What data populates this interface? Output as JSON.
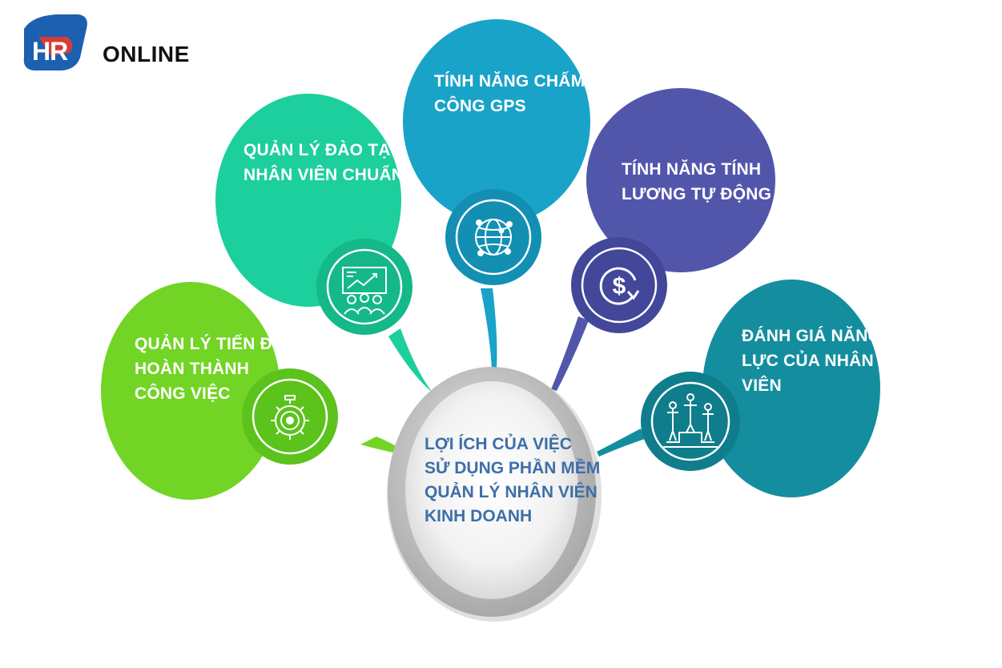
{
  "logo": {
    "mark": "HR",
    "word": "ONLINE",
    "colors": {
      "blue": "#1d5fb0",
      "red": "#e23a2e",
      "dark": "#111111"
    }
  },
  "center": {
    "lines": [
      "LỢI ÍCH CỦA VIỆC",
      "SỬ DỤNG PHẦN MỀM",
      "QUẢN LÝ NHÂN VIÊN",
      "KINH DOANH"
    ],
    "text_color": "#3d6fa8"
  },
  "bubbles": [
    {
      "id": "progress",
      "lines": [
        "QUẢN LÝ TIẾN ĐỘ",
        "HOÀN THÀNH",
        "CÔNG VIỆC"
      ],
      "icon": "stopwatch-gear-icon",
      "color": "#72d424",
      "color_dark": "#5cc21c"
    },
    {
      "id": "training",
      "lines": [
        "QUẢN LÝ ĐÀO TẠO",
        "NHÂN VIÊN CHUẨN"
      ],
      "icon": "presentation-chart-icon",
      "color": "#1ccf9c",
      "color_dark": "#14b889"
    },
    {
      "id": "gps",
      "lines": [
        "TÍNH NĂNG CHẤM",
        "CÔNG GPS"
      ],
      "icon": "globe-network-icon",
      "color": "#1aa3c8",
      "color_dark": "#138fb3"
    },
    {
      "id": "salary",
      "lines": [
        "TÍNH NĂNG TÍNH",
        "LƯƠNG TỰ ĐỘNG"
      ],
      "icon": "dollar-cycle-icon",
      "color": "#5256ab",
      "color_dark": "#42479a"
    },
    {
      "id": "evaluation",
      "lines": [
        "ĐÁNH GIÁ NĂNG",
        "LỰC CỦA NHÂN",
        "VIÊN"
      ],
      "icon": "podium-people-icon",
      "color": "#148e9e",
      "color_dark": "#0f7d8c"
    }
  ]
}
